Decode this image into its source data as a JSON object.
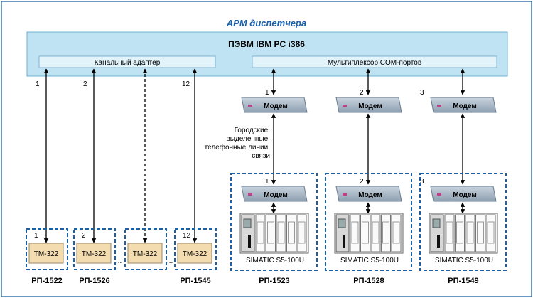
{
  "title": "АРМ диспетчера",
  "pc": {
    "label": "ПЭВМ IBM PC i386",
    "adapter_label": "Канальный адаптер",
    "mux_label": "Мультиплексор COM-портов"
  },
  "left_channels": [
    "1",
    "2",
    "12"
  ],
  "right_channels": [
    "1",
    "2",
    "3"
  ],
  "modem_label": "Модем",
  "lines_note": [
    "Городские",
    "выделенные",
    "телефонные линии",
    "связи"
  ],
  "tm_stations": [
    {
      "num": "1",
      "device": "ТМ-322",
      "name": "РП-1522"
    },
    {
      "num": "2",
      "device": "ТМ-322",
      "name": "РП-1526"
    },
    {
      "num": "",
      "device": "ТМ-322",
      "name": ""
    },
    {
      "num": "12",
      "device": "ТМ-322",
      "name": "РП-1545"
    }
  ],
  "ellipsis": "...",
  "s5_stations": [
    {
      "num": "1",
      "plc_label": "SIMATIC S5-100U",
      "name": "РП-1523"
    },
    {
      "num": "2",
      "plc_label": "SIMATIC S5-100U",
      "name": "РП-1528"
    },
    {
      "num": "3",
      "plc_label": "SIMATIC S5-100U",
      "name": "РП-1549"
    }
  ],
  "colors": {
    "title_blue": "#1a5fa8",
    "pc_fill": "#bfe3f3",
    "pc_border": "#6fb0d4",
    "modem_fill": "#a8b8c8",
    "tm_fill": "#f3dcb0",
    "dash": "#1a5fa8",
    "frame": "#3a76b0"
  }
}
